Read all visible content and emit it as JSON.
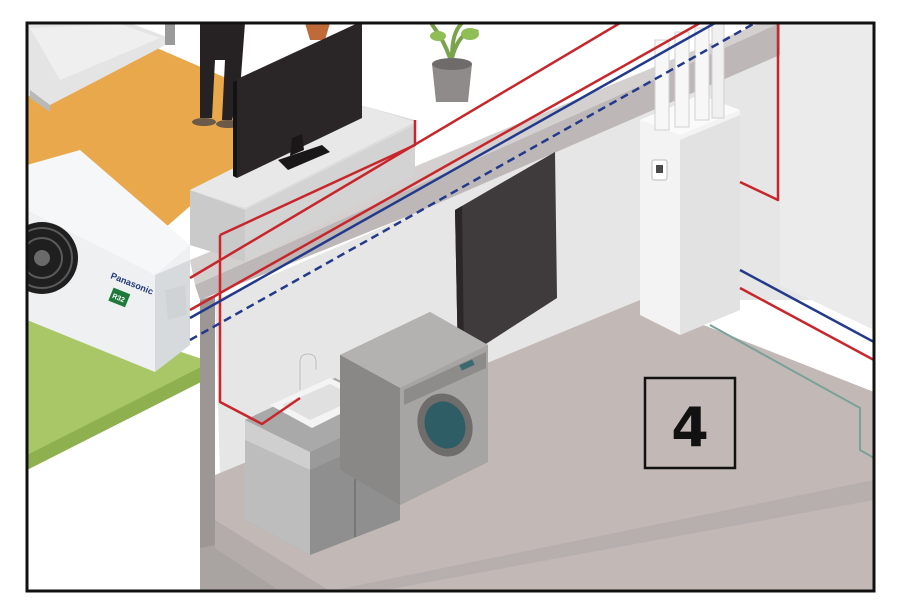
{
  "diagram": {
    "zone_number": "4",
    "outdoor_unit": {
      "brand": "Panasonic",
      "refrigerant_label": "R32"
    },
    "colors": {
      "frame": "#111111",
      "hot_pipe": "#c8262b",
      "cold_pipe": "#233a8c",
      "floor": "#c2b9b7",
      "wall": "#e6e6e6",
      "rug": "#e9a84b",
      "lawn": "#a9c766",
      "door": "#3f3a3b",
      "cabinet": "#8f8f8f",
      "washer": "#9a9797",
      "tv": "#2a2627",
      "tank": "#f3f3f3"
    }
  }
}
